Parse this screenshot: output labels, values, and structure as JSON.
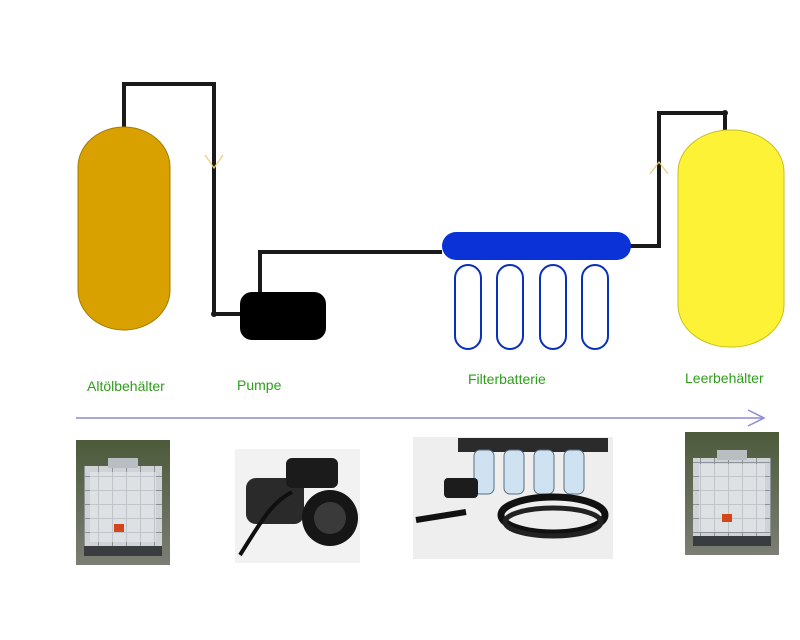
{
  "labels": {
    "oil_tank": "Altölbehälter",
    "pump": "Pumpe",
    "filters": "Filterbatterie",
    "empty_tank": "Leerbehälter"
  },
  "colors": {
    "oil_tank_fill": "#d9a100",
    "empty_tank_fill": "#fdf236",
    "pipe": "#1a1a1a",
    "pump_fill": "#000000",
    "filter_manifold": "#0a32d6",
    "filter_cartridge_stroke": "#0a2fb8",
    "label_text": "#2e9e1a",
    "flow_arrow": "#8c8cd0"
  },
  "photos": {
    "oil_tank_photo": "ibc-container-photo",
    "pump_photo": "pump-photo",
    "filter_photo": "filter-kit-photo",
    "empty_tank_photo": "ibc-container-photo"
  }
}
